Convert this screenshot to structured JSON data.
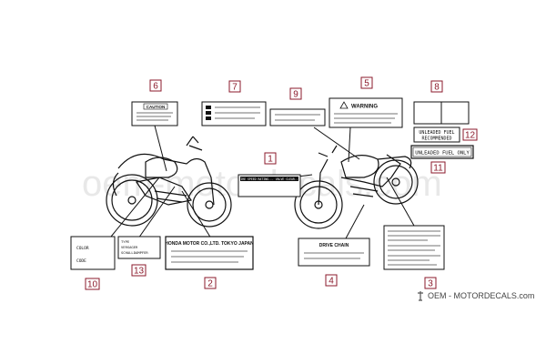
{
  "watermark": {
    "text": "oem-motordecals.com"
  },
  "brand": {
    "text": "OEM - MOTORDECALS.com",
    "icon": "bike-logo-icon"
  },
  "colors": {
    "callout": "#8b1a2b",
    "line": "#111111"
  },
  "labels": {
    "decal_1": {
      "number": "1",
      "text": "TIRE SPEED RATING... VALVE CLEAR..."
    },
    "decal_2": {
      "number": "2",
      "title": "HONDA MOTOR CO.,LTD. TOKYO JAPAN"
    },
    "decal_3": {
      "number": "3"
    },
    "decal_4": {
      "number": "4",
      "title": "DRIVE CHAIN"
    },
    "decal_5": {
      "number": "5",
      "title": "WARNING"
    },
    "decal_6": {
      "number": "6",
      "title": "CAUTION"
    },
    "decal_7": {
      "number": "7"
    },
    "decal_8": {
      "number": "8"
    },
    "decal_9": {
      "number": "9"
    },
    "decal_10": {
      "number": "10",
      "color_label": "COLOR",
      "code_label": "CODE"
    },
    "decal_11": {
      "number": "11",
      "text": "UNLEADED FUEL ONLY"
    },
    "decal_12": {
      "number": "12",
      "line1": "UNLEADED FUEL",
      "line2": "RECOMMENDED"
    },
    "decal_13": {
      "number": "13",
      "line1": "TYPE",
      "line2": "VERSAGER",
      "line3": "SCHALLDAMPFER"
    }
  }
}
